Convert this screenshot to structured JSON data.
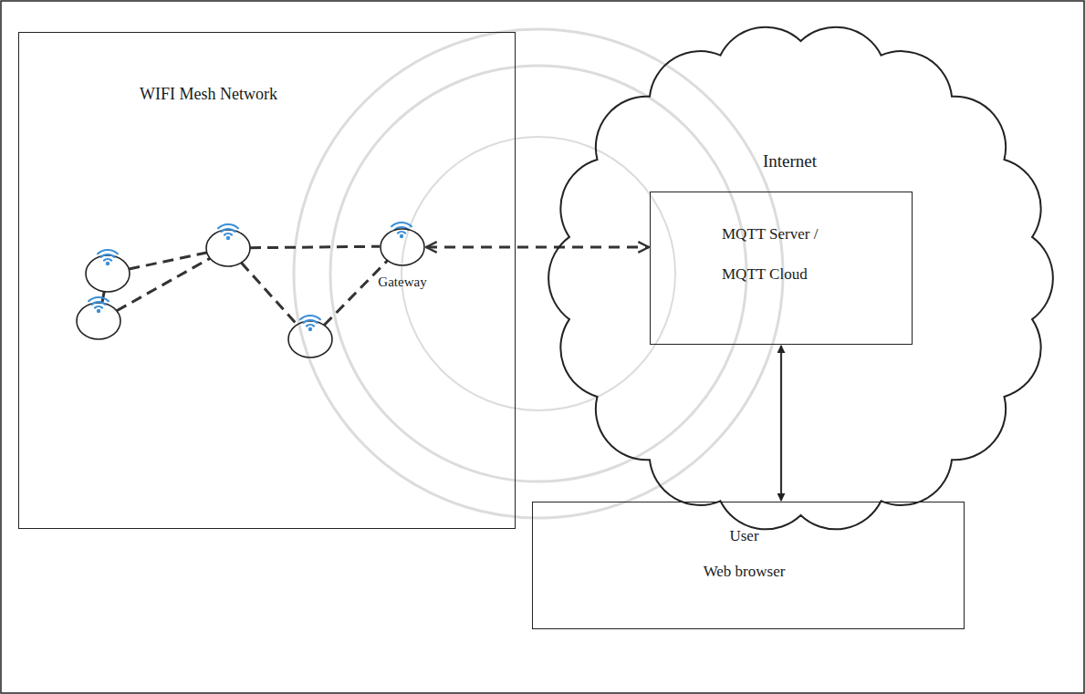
{
  "diagram": {
    "nodes": [
      {
        "text": [
          "WIFI Mesh Network"
        ]
      },
      {
        "text": [
          "Gateway"
        ],
        "in": 0
      },
      {
        "text": [
          "Internet"
        ]
      },
      {
        "text": [
          "MQTT Server / MQTT Cloud"
        ],
        "in": 2
      },
      {
        "text": [
          "User",
          "Web browser"
        ]
      }
    ],
    "edges": [
      {
        "from": 1,
        "to": 3,
        "arrow": "both"
      },
      {
        "from": 3,
        "to": 4,
        "arrow": "both"
      }
    ]
  }
}
